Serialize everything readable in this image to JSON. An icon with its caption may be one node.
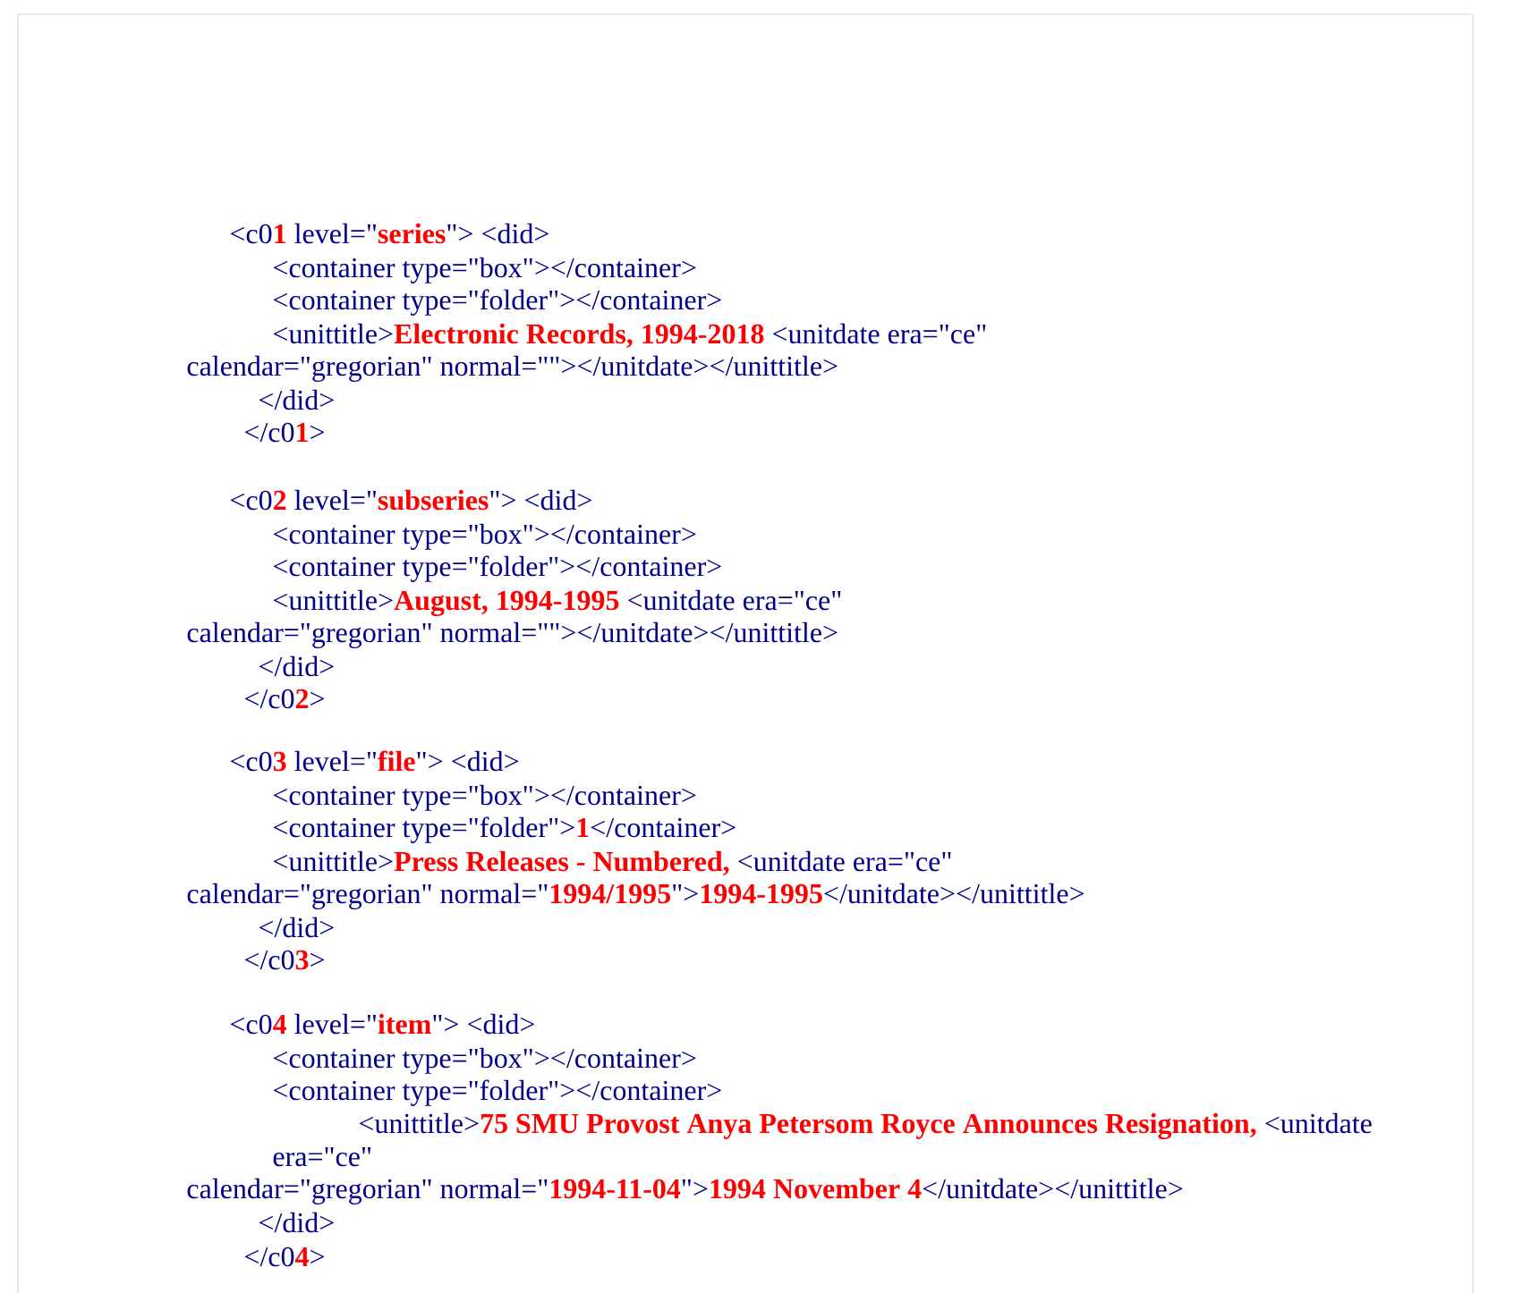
{
  "diagram": {
    "labels": [
      "<c0**1** level=\"**series**\"> <did>",
      "<container type=\"box\"></container>",
      "<container type=\"folder\"></container>",
      "<unittitle>**Electronic Records, 1994-2018** <unitdate era=\"ce\"",
      "calendar=\"gregorian\" normal=\"\"></unitdate></unittitle>",
      "</did>",
      "</c0**1**>",
      "<c0**2** level=\"**subseries**\"> <did>",
      "<container type=\"box\"></container>",
      "<container type=\"folder\"></container>",
      "<unittitle>**August, 1994-1995** <unitdate era=\"ce\"",
      "calendar=\"gregorian\" normal=\"\"></unitdate></unittitle>",
      "</did>",
      "</c0**2**>",
      "<c0**3** level=\"**file**\"> <did>",
      "<container type=\"box\"></container>",
      "<container type=\"folder\">**1**</container>",
      "<unittitle>**Press Releases - Numbered,** <unitdate era=\"ce\"",
      "calendar=\"gregorian\" normal=\"**1994/1995**\">**1994-1995**</unitdate></unittitle>",
      "</did>",
      "</c0**3**>",
      "<c0**4** level=\"**item**\"> <did>",
      "<container type=\"box\"></container>",
      "<container type=\"folder\"></container>",
      "<unittitle>**75 SMU Provost Anya Petersom Royce Announces Resignation,** <unitdate era=\"ce\"",
      "calendar=\"gregorian\" normal=\"**1994-11-04**\">**1994 November 4**</unitdate></unittitle>",
      "</did>",
      "</c0**4**>"
    ]
  }
}
